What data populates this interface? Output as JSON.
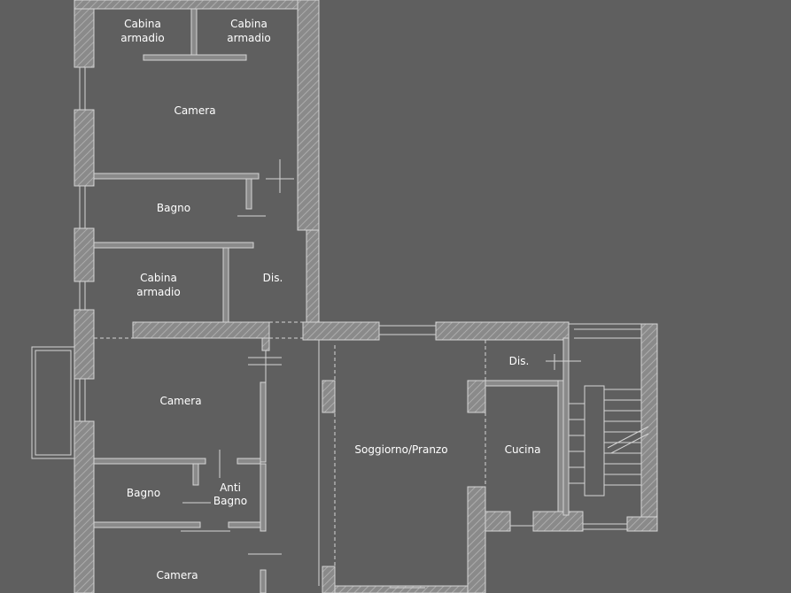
{
  "colors": {
    "background": "#5f5f5f",
    "wall_fill": "#8a8a8a",
    "line": "#d4d4d4",
    "text": "#ffffff"
  },
  "rooms": {
    "cabina_armadio_1": [
      "Cabina",
      "armadio"
    ],
    "cabina_armadio_2": [
      "Cabina",
      "armadio"
    ],
    "camera_1": "Camera",
    "bagno_1": "Bagno",
    "cabina_armadio_3": [
      "Cabina",
      "armadio"
    ],
    "disimpegno_1": "Dis.",
    "disimpegno_2": "Dis.",
    "camera_2": "Camera",
    "soggiorno_pranzo": "Soggiorno/Pranzo",
    "cucina": "Cucina",
    "bagno_2": "Bagno",
    "anti_bagno": [
      "Anti",
      "Bagno"
    ],
    "camera_3": "Camera"
  }
}
